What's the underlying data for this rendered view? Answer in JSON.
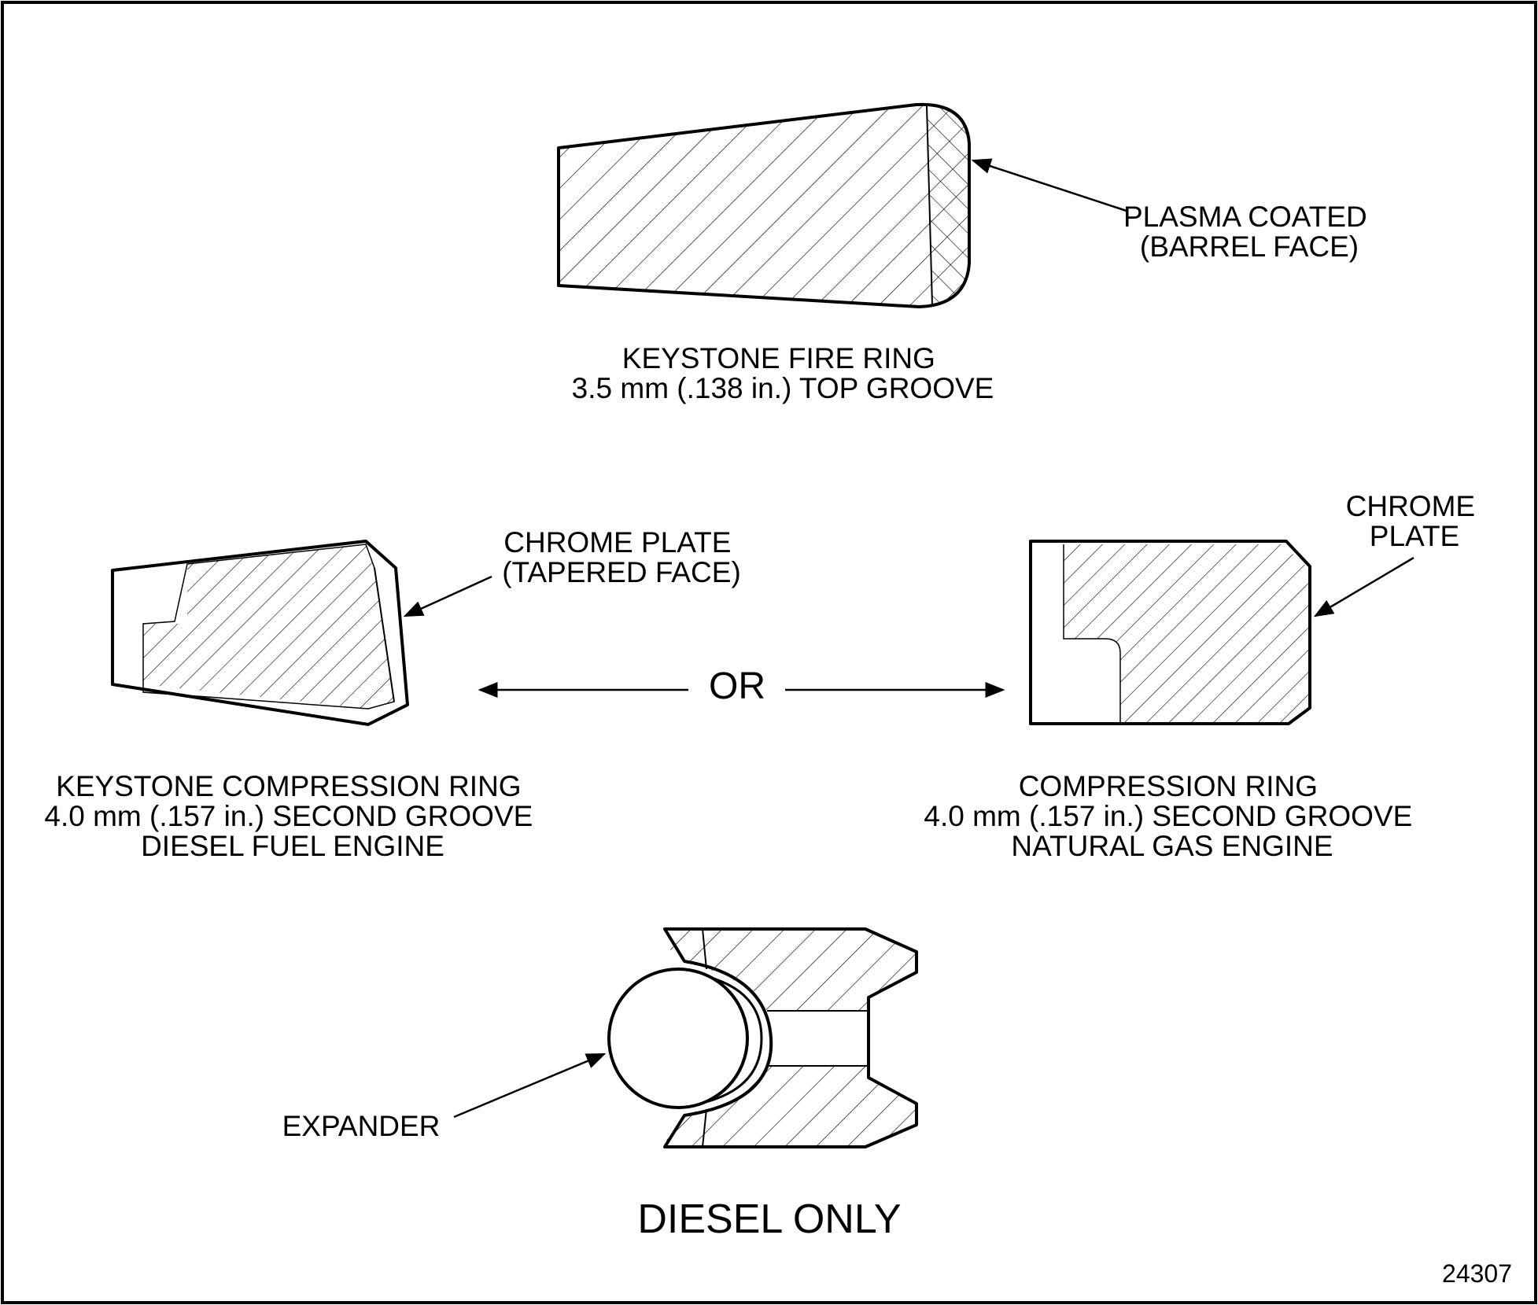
{
  "labels": {
    "fire_ring_callout": [
      "PLASMA COATED",
      "(BARREL FACE)"
    ],
    "fire_ring_caption": [
      "KEYSTONE FIRE RING",
      "3.5 mm (.138 in.) TOP GROOVE"
    ],
    "tapered_callout": [
      "CHROME PLATE",
      "(TAPERED FACE)"
    ],
    "chrome_callout": [
      "CHROME",
      "PLATE"
    ],
    "or_text": "OR",
    "keystone_caption": [
      "KEYSTONE COMPRESSION RING",
      "4.0 mm (.157 in.) SECOND GROOVE",
      "DIESEL FUEL ENGINE"
    ],
    "compression_caption": [
      "COMPRESSION RING",
      "4.0 mm (.157 in.) SECOND GROOVE",
      "NATURAL GAS ENGINE"
    ],
    "expander_callout": "EXPANDER",
    "diesel_only": "DIESEL ONLY",
    "figure_number": "24307"
  },
  "colors": {
    "ink": "#000000",
    "paper": "#ffffff"
  }
}
